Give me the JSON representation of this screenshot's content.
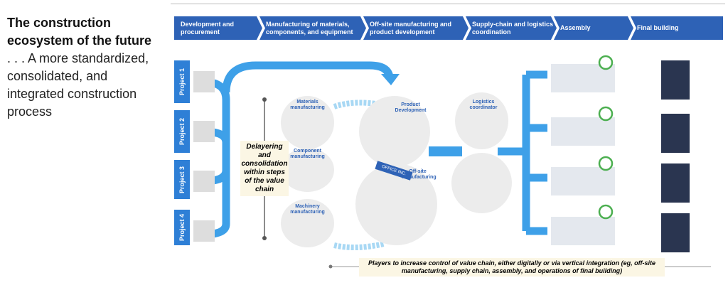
{
  "title": {
    "heading": "The construction ecosystem of the future",
    "subtitle": ". . . A more standardized, consolidated, and integrated construction process"
  },
  "stages": [
    "Development and procurement",
    "Manufacturing of materials, components, and equipment",
    "Off-site manufacturing and product development",
    "Supply-chain and logistics coordination",
    "Assembly",
    "Final building"
  ],
  "projects": [
    "Project 1",
    "Project 2",
    "Project 3",
    "Project 4"
  ],
  "labels": {
    "materials": "Materials manufacturing",
    "component": "Component manufacturing",
    "machinery": "Machinery manufacturing",
    "product": "Product Development",
    "offsite": "Off-site manufacturing",
    "logistics": "Logistics coordinator",
    "sign": "OFFICE INC."
  },
  "delayering": "Delayering and consolidation within steps of the value chain",
  "caption": "Players to increase control of value chain, either digitally or via vertical integration (eg, off-site manufacturing, supply chain, assembly, and operations of final building)",
  "colors": {
    "chevron": "#2e62b6",
    "flow": "#3ea0e8",
    "note_bg": "#fbf6e4"
  }
}
